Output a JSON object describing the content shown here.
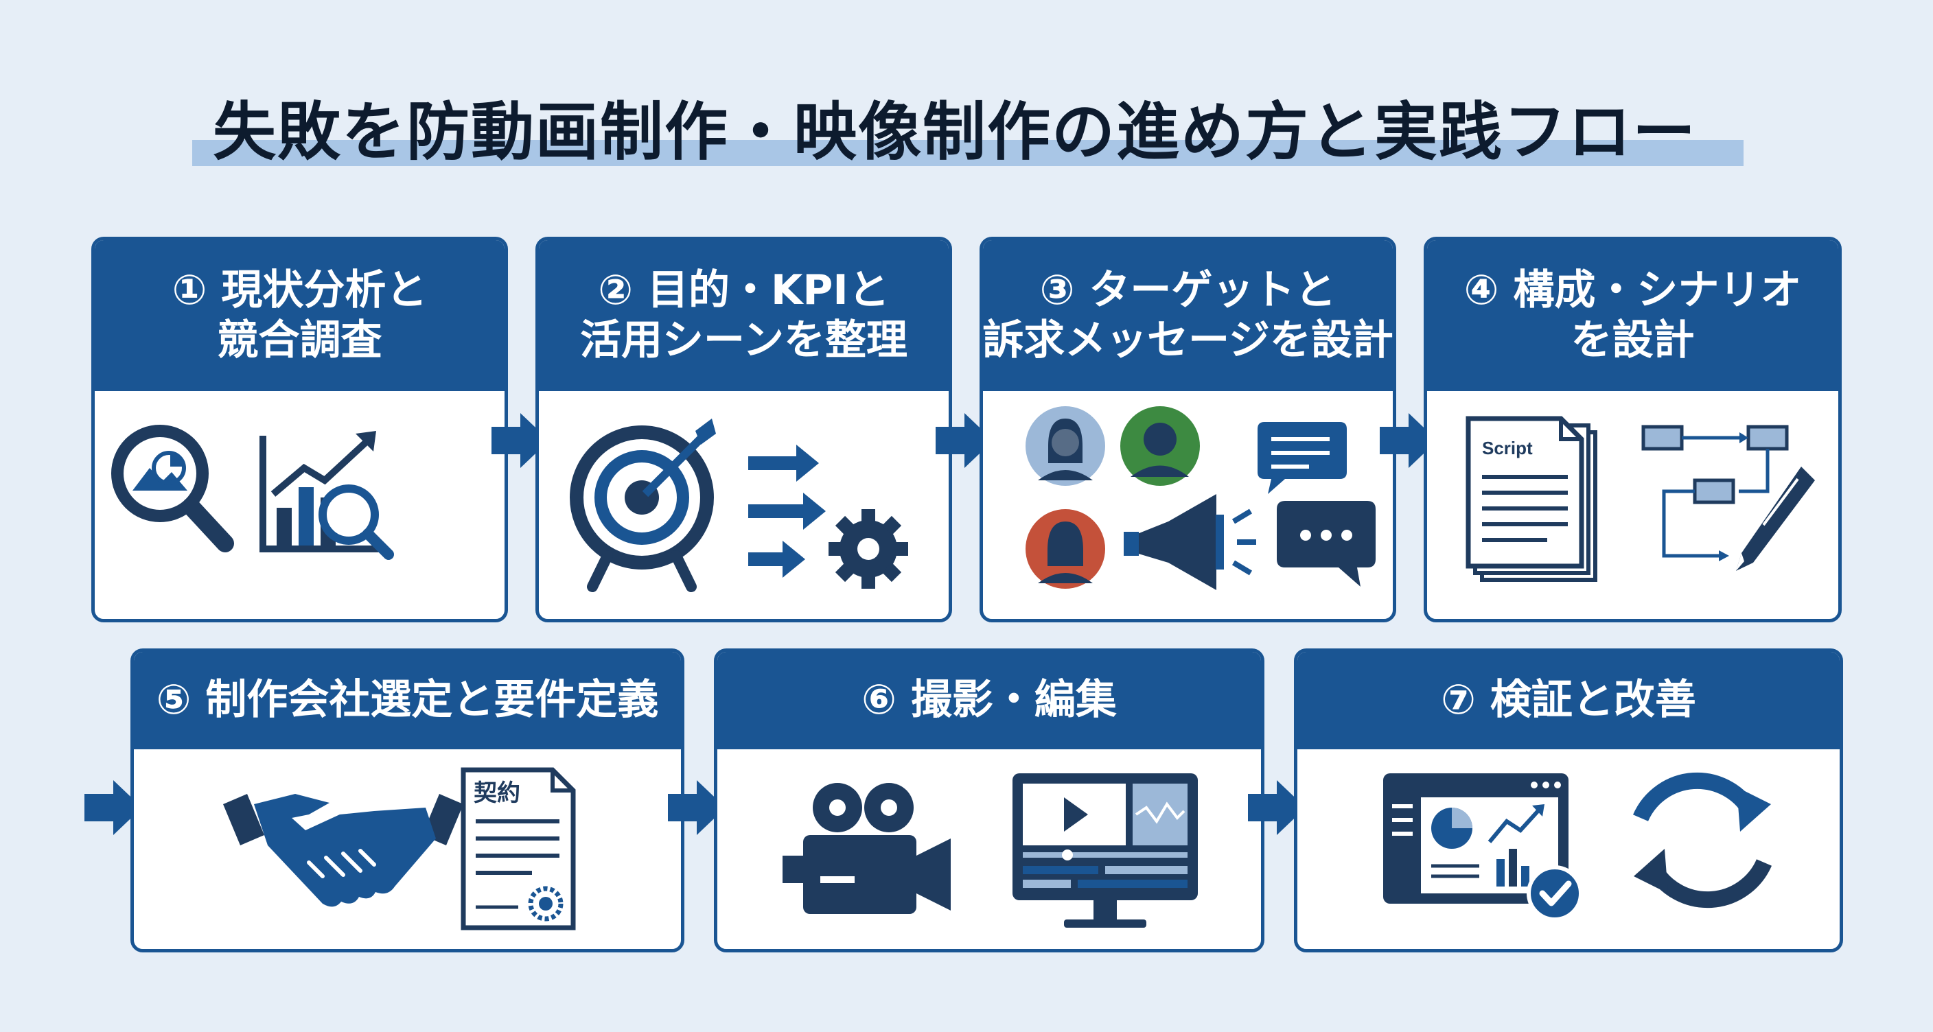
{
  "title": "失敗を防動画制作・映像制作の進め方と実践フロー",
  "colors": {
    "background": "#e6eef7",
    "primary": "#1a5593",
    "dark": "#1f3b5e",
    "title_underline": "#a9c6e6",
    "accent_green": "#3d8a41",
    "accent_red": "#c4513a",
    "accent_light": "#9cb8d8"
  },
  "steps": [
    {
      "lines": [
        "① 現状分析と",
        "競合調査"
      ],
      "icons": [
        "magnifier-image-icon",
        "growth-chart-search-icon"
      ]
    },
    {
      "lines": [
        "② 目的・KPIと",
        "活用シーンを整理"
      ],
      "icons": [
        "target-arrow-icon",
        "arrows-gear-icon"
      ]
    },
    {
      "lines": [
        "③ ターゲットと",
        "訴求メッセージを設計"
      ],
      "icons": [
        "personas-icon",
        "megaphone-icon",
        "speech-bubbles-icon"
      ]
    },
    {
      "lines": [
        "④ 構成・シナリオ",
        "を設計"
      ],
      "icons": [
        "script-document-icon",
        "flowchart-icon",
        "pen-icon"
      ],
      "script_label": "Script"
    },
    {
      "lines": [
        "⑤ 制作会社選定と要件定義"
      ],
      "icons": [
        "handshake-icon",
        "contract-document-icon"
      ],
      "contract_label": "契約"
    },
    {
      "lines": [
        "⑥ 撮影・編集"
      ],
      "icons": [
        "video-camera-icon",
        "editing-monitor-icon"
      ]
    },
    {
      "lines": [
        "⑦ 検証と改善"
      ],
      "icons": [
        "dashboard-check-icon",
        "refresh-cycle-icon"
      ]
    }
  ]
}
